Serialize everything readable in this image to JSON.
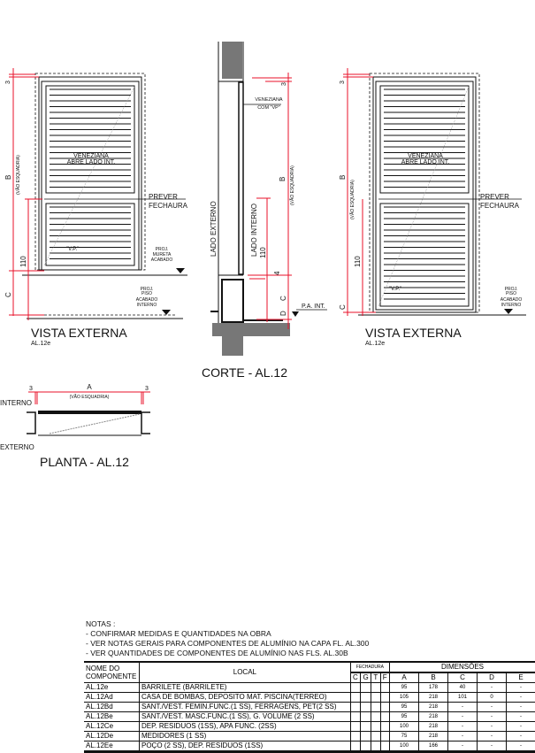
{
  "left_view": {
    "title": "VISTA EXTERNA",
    "subtitle": "AL.12e",
    "panel_label_1": "VENEZIANA",
    "panel_label_2": "ABRE LADO INT.",
    "vp": "\"V.P.\"",
    "lock_1": "PREVER",
    "lock_2": "FECHAURA",
    "dim_top": "3",
    "dim_b": "B",
    "dim_b_note": "(VÃO ESQUADRIA)",
    "dim_c": "C",
    "dim_110": "110",
    "mureta_1": "PROJ.",
    "mureta_2": "MURETA",
    "mureta_3": "ACABADO",
    "piso_1": "PROJ.",
    "piso_2": "PISO",
    "piso_3": "ACABADO",
    "piso_4": "INTERNO"
  },
  "right_view": {
    "title": "VISTA EXTERNA",
    "subtitle": "AL.12e",
    "panel_label_1": "VENEZIANA",
    "panel_label_2": "ABRE LADO INT.",
    "vp": "\"V.P.\"",
    "lock_1": "PREVER",
    "lock_2": "FECHAURA",
    "dim_top": "3",
    "dim_b": "B",
    "dim_b_note": "(VÃO ESQUADRIA)",
    "dim_110": "110",
    "dim_c": "C",
    "piso_1": "PROJ.",
    "piso_2": "PISO",
    "piso_3": "ACABADO",
    "piso_4": "INTERNO"
  },
  "section": {
    "title": "CORTE - AL.12",
    "vz_1": "VENEZIANA",
    "vz_2": "COM \"VP\"",
    "lado_externo": "LADO EXTERNO",
    "lado_interno": "LADO INTERNO",
    "dim_3": "3",
    "dim_b": "B",
    "dim_b_note": "(VÃO ESQUADRIA)",
    "dim_110": "110",
    "dim_4": "4",
    "dim_c": "C",
    "dim_d": "D",
    "pa_int": "P.A. INT."
  },
  "plan": {
    "title": "PLANTA - AL.12",
    "dim_left": "3",
    "dim_a": "A",
    "dim_a_note": "(VÃO ESQUADRIA)",
    "dim_right": "3",
    "interno": "INTERNO",
    "externo": "EXTERNO"
  },
  "notes": {
    "title": "NOTAS :",
    "items": [
      "- CONFIRMAR MEDIDAS E QUANTIDADES NA OBRA",
      "- VER NOTAS GERAIS PARA COMPONENTES DE ALUMÍNIO NA CAPA FL. AL.300",
      "- VER QUANTIDADES DE COMPONENTES DE ALUMÍNIO NAS FLS. AL.30B"
    ]
  },
  "table": {
    "h_name_1": "NOME DO",
    "h_name_2": "COMPONENTE",
    "h_local": "LOCAL",
    "h_fechadura": "FECHADURA",
    "h_dimensoes": "DIMENSÕES",
    "fech_cols": [
      "C",
      "G",
      "T",
      "F"
    ],
    "dim_cols": [
      "A",
      "B",
      "C",
      "D",
      "E"
    ],
    "rows": [
      {
        "name": "AL.12e",
        "local": "BARRILETE (BARRILETE)",
        "dims": [
          "95",
          "178",
          "40",
          "-",
          "-"
        ]
      },
      {
        "name": "AL.12Ad",
        "local": "CASA DE BOMBAS, DEPOSITO MAT. PISCINA(TERREO)",
        "dims": [
          "105",
          "218",
          "101",
          "0",
          "-"
        ]
      },
      {
        "name": "AL.12Bd",
        "local": "SANT./VEST. FEMIN.FUNC.(1 SS), FERRAGENS, PET(2 SS)",
        "dims": [
          "95",
          "218",
          "-",
          "-",
          "-"
        ]
      },
      {
        "name": "AL.12Be",
        "local": "SANT./VEST. MASC.FUNC.(1 SS), G. VOLUME (2 SS)",
        "dims": [
          "95",
          "218",
          "-",
          "-",
          "-"
        ]
      },
      {
        "name": "AL.12Ce",
        "local": "DEP. RESIDUOS (1SS), APA FUNC. (2SS)",
        "dims": [
          "100",
          "218",
          "-",
          "-",
          "-"
        ]
      },
      {
        "name": "AL.12De",
        "local": "MEDIDORES (1 SS)",
        "dims": [
          "75",
          "218",
          "-",
          "-",
          "-"
        ]
      },
      {
        "name": "AL.12Ee",
        "local": "POÇO (2 SS), DEP. RESIDUOS (1SS)",
        "dims": [
          "100",
          "166",
          "-",
          "-",
          "-"
        ]
      }
    ]
  }
}
